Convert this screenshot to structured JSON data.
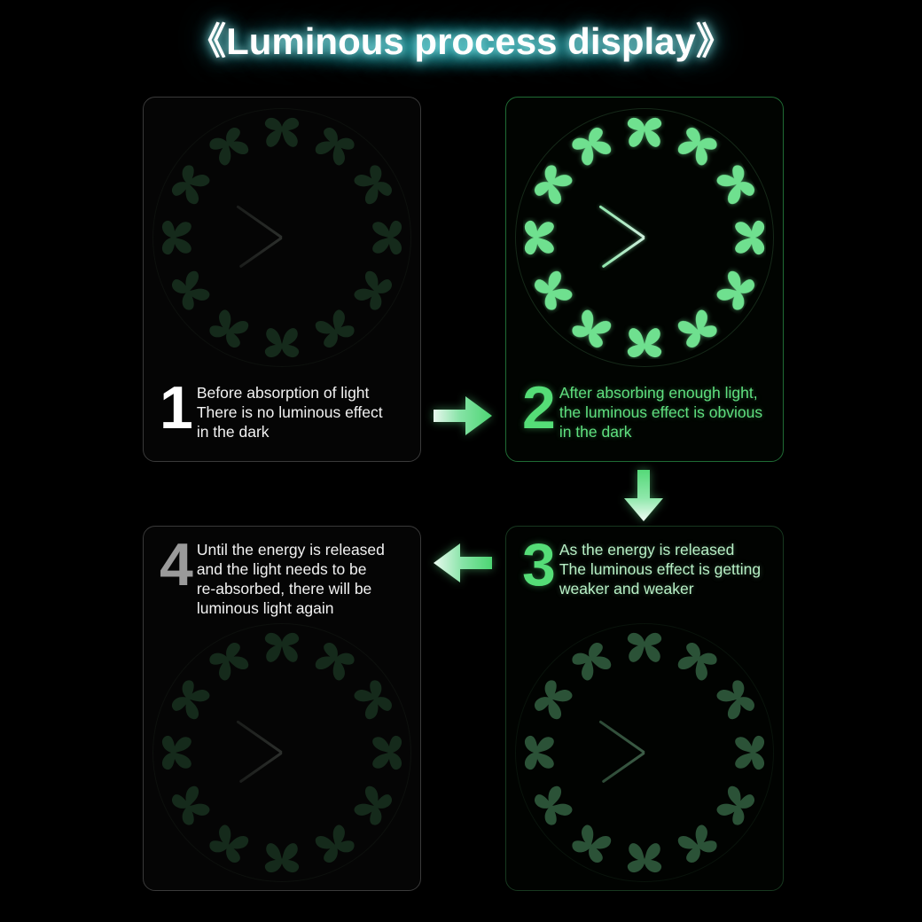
{
  "header": {
    "title": "《Luminous process display》",
    "title_color": "#ffffff",
    "glow_color": "#26969b"
  },
  "colors": {
    "bright_green": "#6fe08f",
    "mid_green": "#2b5237",
    "dim_green": "#152a1b",
    "background": "#000000",
    "panel_border_dim": "#3a3a3a",
    "panel_border_bright": "#1f6b34"
  },
  "clock": {
    "marker_icon": "butterfly-icon",
    "marker_count": 12,
    "hands": [
      "hour-hand",
      "minute-hand"
    ],
    "hour_hand_angle_deg": 235,
    "minute_hand_angle_deg": 305
  },
  "steps": [
    {
      "number": "1",
      "lines": [
        "Before absorption of light",
        "There is no luminous effect",
        "in the dark"
      ],
      "glow_level": "dim",
      "number_color": "#ffffff",
      "text_color": "#f2f2f2"
    },
    {
      "number": "2",
      "lines": [
        "After absorbing enough light,",
        "the luminous effect is obvious",
        "in the dark"
      ],
      "glow_level": "bright",
      "number_color": "#55dd77",
      "text_color": "#5fe07f"
    },
    {
      "number": "3",
      "lines": [
        "As the energy is released",
        "The luminous effect is getting",
        "weaker and weaker"
      ],
      "glow_level": "mid",
      "number_color": "#55dd77",
      "text_color": "#b8f0c6"
    },
    {
      "number": "4",
      "lines": [
        "Until the energy is released",
        "and the light needs to be",
        "re-absorbed, there will be",
        "luminous light again"
      ],
      "glow_level": "dim",
      "number_color": "#9a9a9a",
      "text_color": "#f2f2f2"
    }
  ],
  "arrows": [
    {
      "name": "arrow-right-icon",
      "direction": "right",
      "color": "#6fe08f"
    },
    {
      "name": "arrow-down-icon",
      "direction": "down",
      "color": "#6fe08f"
    },
    {
      "name": "arrow-left-icon",
      "direction": "left",
      "color": "#6fe08f"
    }
  ]
}
